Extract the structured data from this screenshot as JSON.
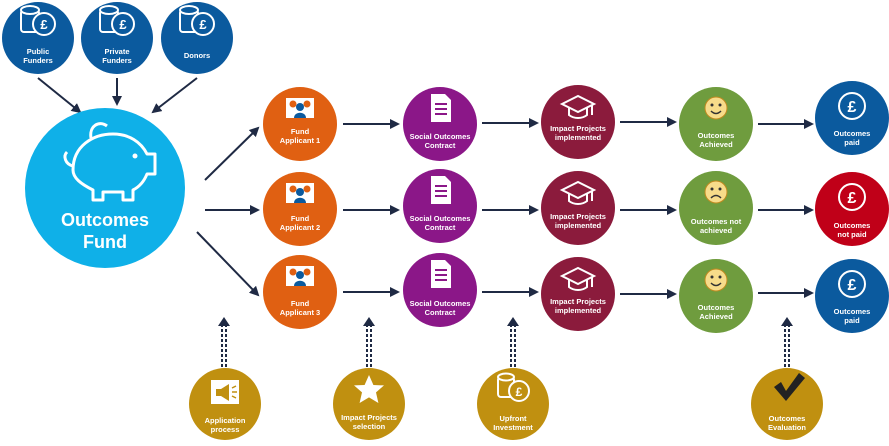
{
  "funders": {
    "public": [
      "Public",
      "Funders"
    ],
    "private": [
      "Private",
      "Funders"
    ],
    "donors": [
      "Donors"
    ]
  },
  "fund": [
    "Outcomes",
    "Fund"
  ],
  "rows": [
    {
      "applicant": [
        "Fund",
        "Applicant 1"
      ],
      "contract": [
        "Social Outcomes",
        "Contract"
      ],
      "projects": [
        "Impact Projects",
        "implemented"
      ],
      "outcome": [
        "Outcomes",
        "Achieved"
      ],
      "result": [
        "Outcomes",
        "paid"
      ]
    },
    {
      "applicant": [
        "Fund",
        "Applicant 2"
      ],
      "contract": [
        "Social Outcomes",
        "Contract"
      ],
      "projects": [
        "Impact Projects",
        "implemented"
      ],
      "outcome": [
        "Outcomes not",
        "achieved"
      ],
      "result": [
        "Outcomes",
        "not paid"
      ]
    },
    {
      "applicant": [
        "Fund",
        "Applicant 3"
      ],
      "contract": [
        "Social Outcomes",
        "Contract"
      ],
      "projects": [
        "Impact Projects",
        "implemented"
      ],
      "outcome": [
        "Outcomes",
        "Achieved"
      ],
      "result": [
        "Outcomes",
        "paid"
      ]
    }
  ],
  "stages": {
    "application": [
      "Application",
      "process"
    ],
    "selection": [
      "Impact Projects",
      "selection"
    ],
    "investment": [
      "Upfront",
      "Investment"
    ],
    "evaluation": [
      "Outcomes",
      "Evaluation"
    ]
  },
  "currency_symbol": "£",
  "colors": {
    "navy": "#0b5a9e",
    "cyan": "#0fb0e8",
    "orange": "#e06012",
    "magenta": "#8b1788",
    "maroon": "#8b1b3c",
    "green": "#6f9c3e",
    "red": "#c00018",
    "gold": "#c09010",
    "arrow": "#1f2a44"
  },
  "icons": {
    "funders": "coins-pound-icon",
    "fund": "piggy-bank-icon",
    "applicant": "people-group-icon",
    "contract": "document-icon",
    "projects": "graduation-cap-icon",
    "achieved": "smiley-happy-icon",
    "not_achieved": "smiley-sad-icon",
    "paid": "pound-coin-icon",
    "application": "megaphone-icon",
    "selection": "star-icon",
    "investment": "coins-pound-icon",
    "evaluation": "checkmark-icon"
  }
}
